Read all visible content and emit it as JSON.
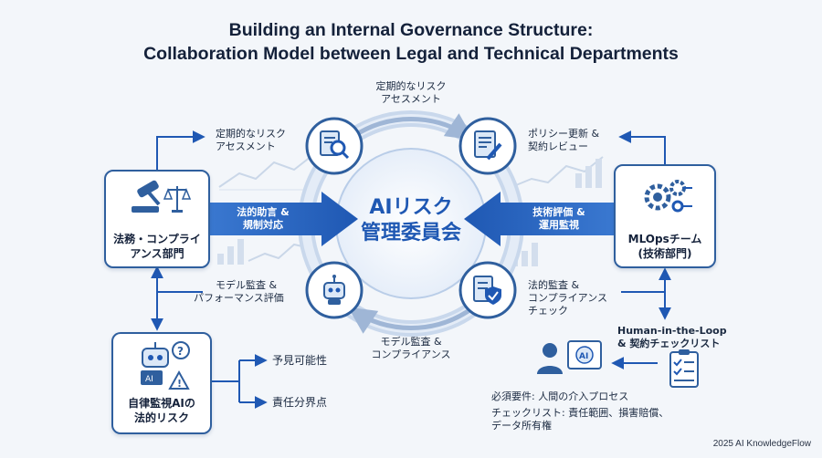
{
  "title": {
    "line1": "Building an Internal Governance Structure:",
    "line2": "Collaboration Model between Legal and Technical Departments"
  },
  "center": {
    "line1": "AIリスク",
    "line2": "管理委員会"
  },
  "cycle": {
    "top_label": [
      "定期的なリスク",
      "アセスメント"
    ],
    "bottom_label": [
      "モデル監査 &",
      "コンプライアンス"
    ]
  },
  "left_dept": {
    "label": [
      "法務・コンプライ",
      "アンス部門"
    ],
    "upper_label": [
      "定期的なリスク",
      "アセスメント"
    ],
    "arrow_label": [
      "法的助言 &",
      "規制対応"
    ],
    "lower_label": [
      "モデル監査 &",
      "パフォーマンス評価"
    ]
  },
  "right_dept": {
    "label": [
      "MLOpsチーム",
      "(技術部門)"
    ],
    "upper_label": [
      "ポリシー更新 &",
      "契約レビュー"
    ],
    "arrow_label": [
      "技術評価 &",
      "運用監視"
    ],
    "lower_label": [
      "法的監査 &",
      "コンプライアンス",
      "チェック"
    ]
  },
  "autonomous_ai": {
    "label": [
      "自律監視AIの",
      "法的リスク"
    ],
    "branches": [
      "予見可能性",
      "責任分界点"
    ]
  },
  "hitl": {
    "title": [
      "Human-in-the-Loop",
      "& 契約チェックリスト"
    ],
    "req": "必須要件: 人間の介入プロセス",
    "checklist": [
      "チェックリスト: 責任範囲、損害賠償、",
      "データ所有権"
    ]
  },
  "footer": "2025 AI KnowledgeFlow",
  "colors": {
    "primary": "#1f58b3",
    "dark": "#2f5f9e",
    "light": "#dce8f7",
    "text": "#14213a"
  },
  "icons": [
    "gavel-icon",
    "scales-icon",
    "magnifier-document-icon",
    "document-pen-icon",
    "robot-icon",
    "shield-check-icon",
    "gears-icon",
    "robot-question-icon",
    "person-icon",
    "checklist-icon"
  ]
}
